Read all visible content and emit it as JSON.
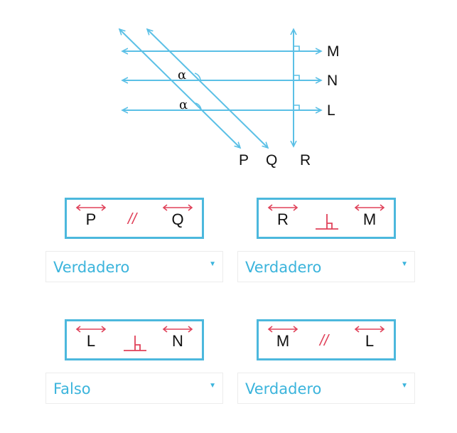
{
  "figure": {
    "lines_horizontal": [
      "M",
      "N",
      "L"
    ],
    "lines_oblique": [
      "P",
      "Q"
    ],
    "line_vertical": "R",
    "angle_symbol": "α",
    "line_color": "#5bc0e6",
    "text_color": "#111111"
  },
  "statements": [
    {
      "left": "P",
      "relation": "parallel",
      "symbol": "//",
      "right": "Q",
      "answer": "Verdadero"
    },
    {
      "left": "R",
      "relation": "perpendicular",
      "symbol": "⊥",
      "right": "M",
      "answer": "Verdadero"
    },
    {
      "left": "L",
      "relation": "perpendicular",
      "symbol": "⊥",
      "right": "N",
      "answer": "Falso"
    },
    {
      "left": "M",
      "relation": "parallel",
      "symbol": "//",
      "right": "L",
      "answer": "Verdadero"
    }
  ],
  "colors": {
    "card_border": "#4cb8dd",
    "relation_symbol": "#e0425a",
    "dropdown_text": "#3bb4dc"
  },
  "icons": {
    "dropdown": "caret-down-icon",
    "line_arrow": "double-arrow-icon"
  }
}
